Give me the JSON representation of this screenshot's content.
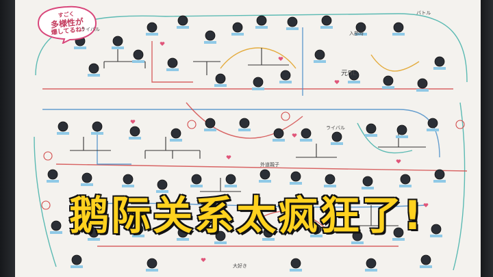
{
  "bubble": {
    "line1": "すごく",
    "line2": "多様性が",
    "line3": "爆してるね!"
  },
  "notes": {
    "n1": "バトル",
    "n2": "入部時",
    "n3": "元BL",
    "n4": "ライバル",
    "n5": "大好き",
    "n6": "外道親子",
    "n7": "ライバル"
  },
  "caption": "鹅际关系太疯狂了!",
  "colors": {
    "caption": "#ffd21f",
    "line_red": "#d24a4a",
    "line_blue": "#4a8ec8",
    "line_teal": "#3fb0a8",
    "line_gold": "#e0a020",
    "bubble": "#d8467a"
  }
}
